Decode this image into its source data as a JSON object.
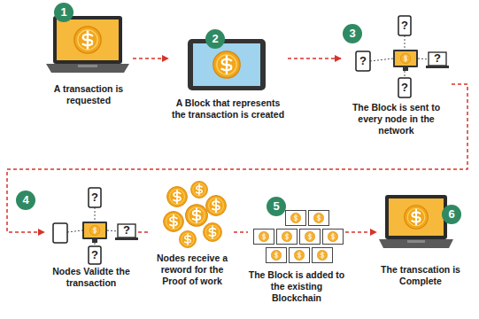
{
  "diagram": {
    "nodes": [
      {
        "text": [
          "A transaction is requested"
        ]
      },
      {
        "text": [
          "A Block that represents the transaction is created"
        ]
      },
      {
        "text": [
          "The Block is sent to every node in the network"
        ]
      },
      {
        "text": [
          "Nodes Validte the transaction"
        ]
      },
      {
        "text": [
          "Nodes receive a reword for the Proof of work"
        ]
      },
      {
        "text": [
          "The Block is added to the existing Blockchain"
        ]
      },
      {
        "text": [
          "The transcation is Complete"
        ]
      }
    ],
    "edges": [
      {
        "from": 0,
        "to": 1,
        "arrow": "to"
      },
      {
        "from": 1,
        "to": 2,
        "arrow": "to"
      },
      {
        "from": 2,
        "to": 3,
        "arrow": "to"
      },
      {
        "from": 3,
        "to": 4,
        "arrow": "none"
      },
      {
        "from": 4,
        "to": 5,
        "arrow": "none"
      },
      {
        "from": 5,
        "to": 6,
        "arrow": "to"
      }
    ],
    "labels": [
      "1",
      "2",
      "3",
      "?",
      "?",
      "?",
      "?",
      "4",
      "?",
      "?",
      "?",
      "5",
      "6"
    ]
  }
}
